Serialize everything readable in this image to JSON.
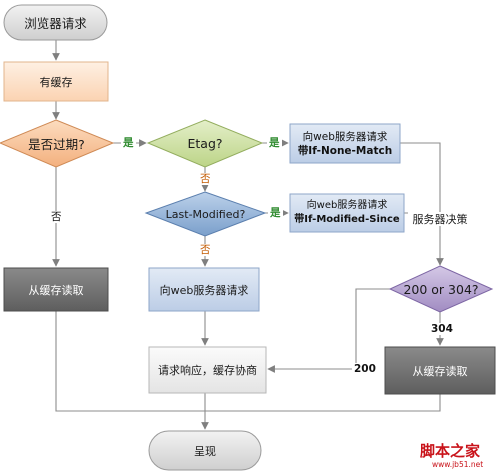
{
  "nodes": {
    "browser_request": "浏览器请求",
    "has_cache": "有缓存",
    "expired": "是否过期?",
    "etag": "Etag?",
    "req_if_none_match": {
      "line1": "向web服务器请求",
      "line2": "带If-None-Match"
    },
    "last_modified": "Last-Modified?",
    "req_if_modified_since": {
      "line1": "向web服务器请求",
      "line2": "带If-Modified-Since"
    },
    "server_decision": "服务器决策",
    "read_cache_left": "从缓存读取",
    "request_server": "向web服务器请求",
    "status_check": "200 or 304?",
    "response_negotiate": "请求响应，缓存协商",
    "read_cache_right": "从缓存读取",
    "present": "呈现"
  },
  "edges": {
    "expired_yes": "是",
    "etag_yes": "是",
    "etag_no": "否",
    "lastmod_yes": "是",
    "lastmod_no": "否",
    "expired_no": "否",
    "code_304": "304",
    "code_200": "200"
  },
  "watermark": {
    "main": "脚本之家",
    "sub": "www.jb51.net"
  },
  "colors": {
    "terminal": "#dcdcdc",
    "cache_box": "#fde3cc",
    "expired_diamond": "#f8c69c",
    "etag_diamond": "#cfe0a6",
    "lastmod_diamond": "#93b3d6",
    "request_box": "#cfdcee",
    "status_diamond": "#b9a9d2",
    "dark_box": "#6f6f6f",
    "neutral_box": "#eeeeee",
    "watermark": "#c9131a"
  }
}
